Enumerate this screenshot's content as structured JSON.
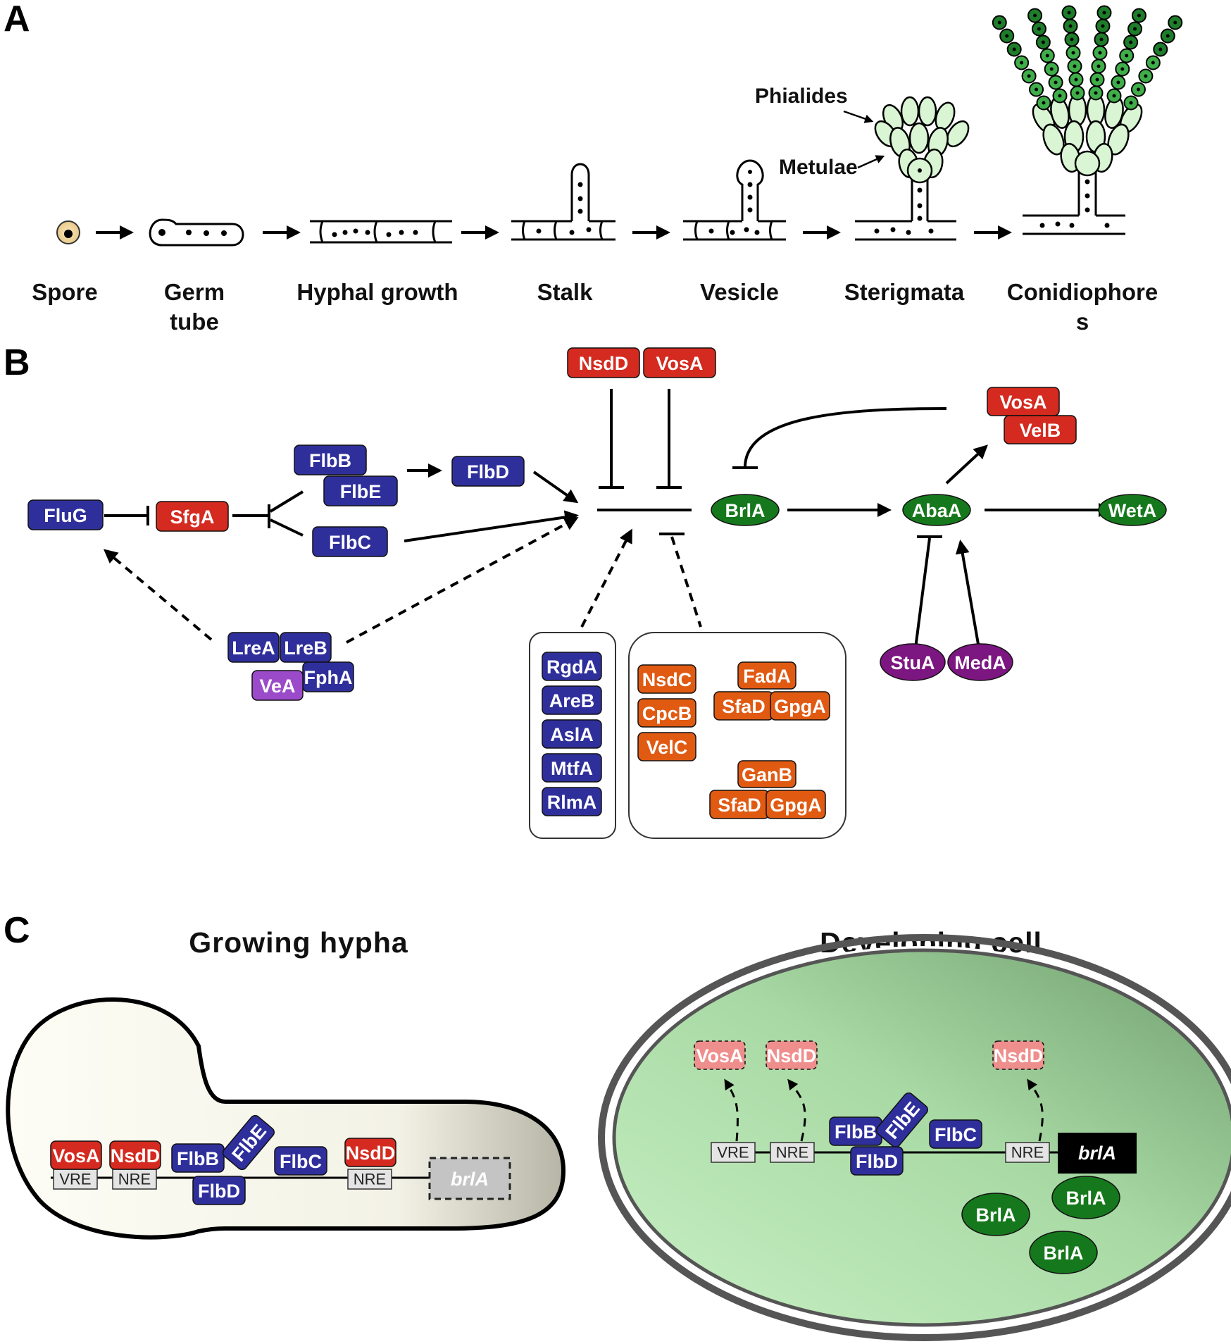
{
  "panels": {
    "a": "A",
    "b": "B",
    "c": "C"
  },
  "panel_a": {
    "stages": [
      "Spore",
      "Germ\ntube",
      "Hyphal growth",
      "Stalk",
      "Vesicle",
      "Sterigmata",
      "Conidiophore\ns"
    ],
    "annotations": {
      "phialides": "Phialides",
      "metulae": "Metulae"
    }
  },
  "panel_b": {
    "nodes": {
      "FluG": "FluG",
      "SfgA": "SfgA",
      "FlbB": "FlbB",
      "FlbE": "FlbE",
      "FlbC": "FlbC",
      "FlbD": "FlbD",
      "NsdD": "NsdD",
      "VosA": "VosA",
      "BrlA": "BrlA",
      "AbaA": "AbaA",
      "WetA": "WetA",
      "VosA2": "VosA",
      "VelB": "VelB",
      "StuA": "StuA",
      "MedA": "MedA",
      "LreA": "LreA",
      "LreB": "LreB",
      "FphA": "FphA",
      "VeA": "VeA",
      "RgdA": "RgdA",
      "AreB": "AreB",
      "AslA": "AslA",
      "MtfA": "MtfA",
      "RlmA": "RlmA",
      "NsdC": "NsdC",
      "CpcB": "CpcB",
      "VelC": "VelC",
      "FadA": "FadA",
      "SfaD1": "SfaD",
      "GpgA1": "GpgA",
      "GanB": "GanB",
      "SfaD2": "SfaD",
      "GpgA2": "GpgA"
    },
    "colors": {
      "blue": "#2f2f9c",
      "red": "#d42a1f",
      "green": "#16781c",
      "purple": "#7c1680",
      "orange": "#e05a12",
      "violet": "#9b4bc9"
    }
  },
  "panel_c": {
    "hypha": {
      "title": "Growing hypha",
      "proteins": [
        "VosA",
        "NsdD",
        "FlbB",
        "FlbE",
        "FlbC",
        "NsdD",
        "FlbD"
      ],
      "elements": [
        "VRE",
        "NRE",
        "NRE"
      ],
      "gene": "brlA"
    },
    "cell": {
      "title": "Developing cell",
      "released": [
        "VosA",
        "NsdD",
        "NsdD"
      ],
      "proteins": [
        "FlbB",
        "FlbE",
        "FlbC",
        "FlbD"
      ],
      "elements": [
        "VRE",
        "NRE",
        "NRE"
      ],
      "gene": "brlA",
      "brla": [
        "BrlA",
        "BrlA",
        "BrlA"
      ]
    }
  }
}
